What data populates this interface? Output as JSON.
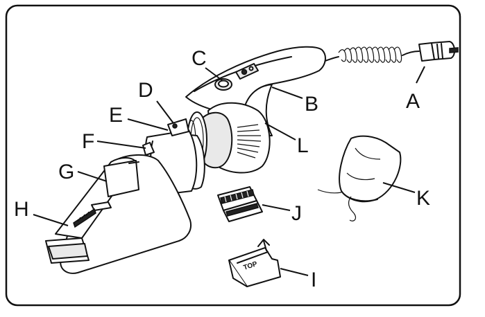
{
  "labels": {
    "A": "A",
    "B": "B",
    "C": "C",
    "D": "D",
    "E": "E",
    "F": "F",
    "G": "G",
    "H": "H",
    "I": "I",
    "J": "J",
    "K": "K",
    "L": "L"
  },
  "nozzle_text": "TOP"
}
